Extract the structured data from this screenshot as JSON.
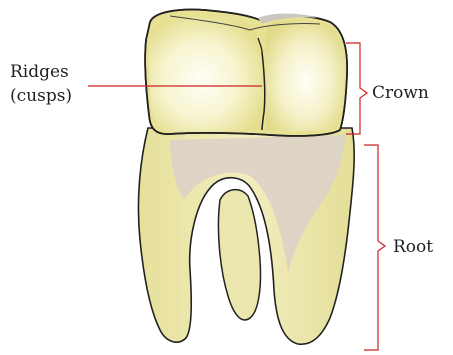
{
  "labels": {
    "ridges_line1": "Ridges",
    "ridges_line2": "(cusps)",
    "crown": "Crown",
    "root": "Root"
  },
  "colors": {
    "crown_fill": "#ece7a0",
    "crown_highlight": "#fffff2",
    "root_outer": "#ebe6b3",
    "root_inner": "#dcd2c4",
    "outline": "#222222",
    "leader_line": "#cc2222",
    "bracket": "#cc2222",
    "text": "#231f20"
  }
}
